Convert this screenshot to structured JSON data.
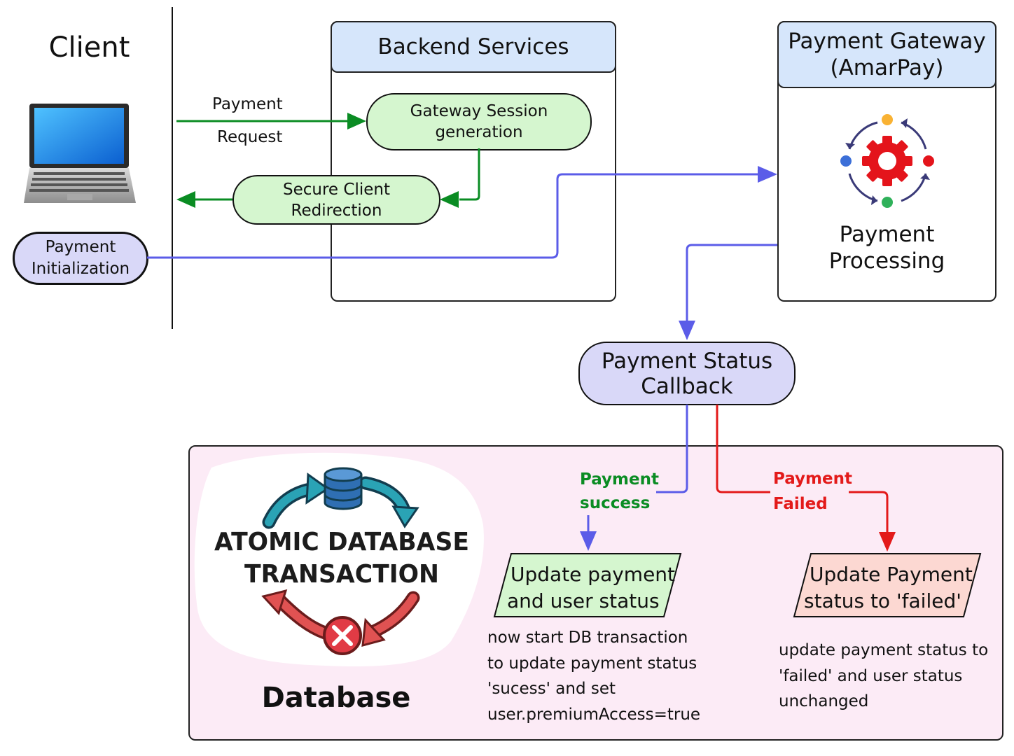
{
  "client": {
    "title": "Client"
  },
  "request": {
    "line1": "Payment",
    "line2": "Request"
  },
  "backend": {
    "title": "Backend Services"
  },
  "session": {
    "line1": "Gateway Session",
    "line2": "generation"
  },
  "redirect": {
    "line1": "Secure Client",
    "line2": "Redirection"
  },
  "init": {
    "line1": "Payment",
    "line2": "Initialization"
  },
  "gateway": {
    "title1": "Payment Gateway",
    "title2": "(AmarPay)",
    "proc1": "Payment",
    "proc2": "Processing"
  },
  "callback": {
    "line1": "Payment Status",
    "line2": "Callback"
  },
  "db": {
    "graphic_line1": "ATOMIC DATABASE",
    "graphic_line2": "TRANSACTION",
    "label": "Database"
  },
  "success": {
    "label1": "Payment",
    "label2": "success",
    "box1": "Update payment",
    "box2": "and user status",
    "note": [
      "now start DB transaction",
      "to update payment status",
      "'sucess' and set",
      "user.premiumAccess=true"
    ]
  },
  "failed": {
    "label1": "Payment",
    "label2": "Failed",
    "box1": "Update Payment",
    "box2": "status to 'failed'",
    "note": [
      "update payment status to",
      "'failed' and user status",
      "unchanged"
    ]
  },
  "colors": {
    "green": "#0a8c23",
    "purple": "#5b5ce8",
    "red": "#e31a1a",
    "head_blue": "#d6e6fb",
    "pill_green": "#d5f6cf",
    "pill_purple": "#d9d8f8",
    "db_pink": "#fcebf6",
    "fail_pink": "#fcd8d2"
  }
}
